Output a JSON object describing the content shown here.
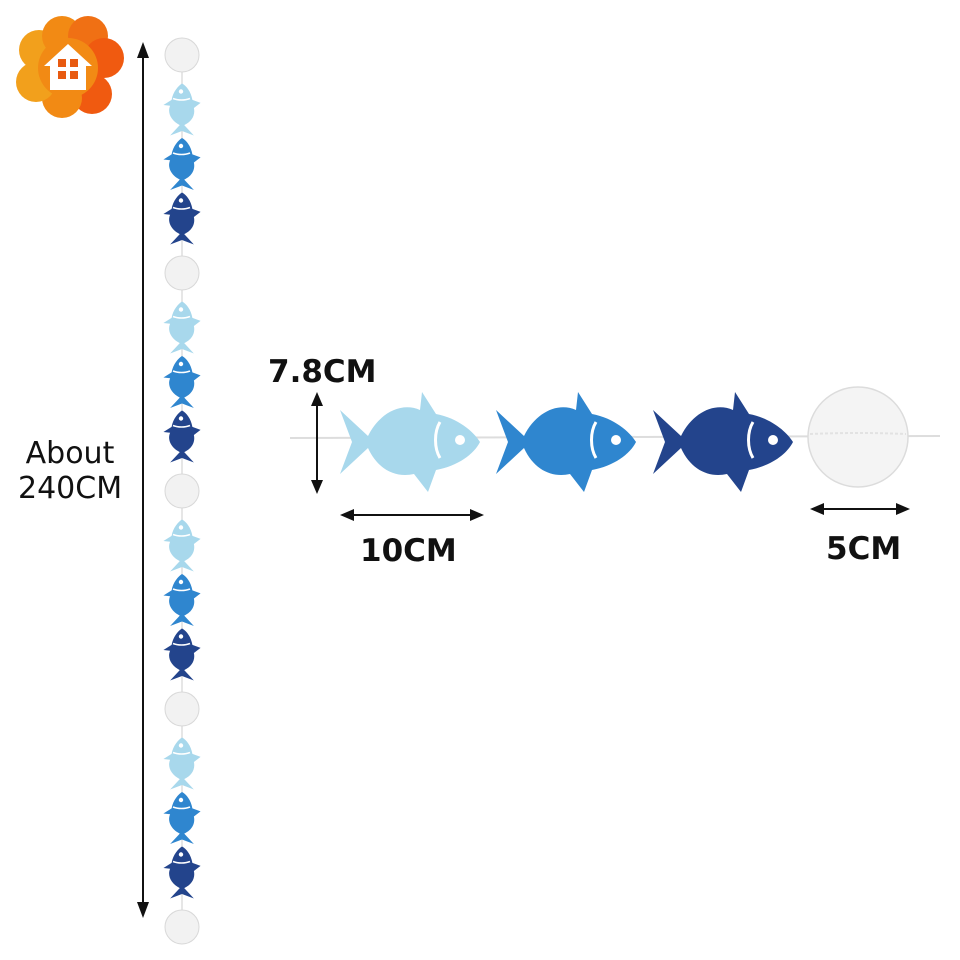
{
  "labels": {
    "total_length_line1": "About",
    "total_length_line2": "240CM",
    "fish_height": "7.8CM",
    "fish_width": "10CM",
    "circle_width": "5CM"
  },
  "logo": {
    "name": "house-flower-logo",
    "petal_color": "#f08a1a",
    "petal_color_alt": "#f05a10",
    "house_color": "#ffffff",
    "window_color": "#e85a10"
  },
  "garland": {
    "pattern": [
      "circle",
      "fish-light",
      "fish-medium",
      "fish-dark"
    ],
    "repeats": 4,
    "trailing": "circle"
  },
  "colors": {
    "fish_light": "#a8d8ec",
    "fish_medium": "#2f86cf",
    "fish_dark": "#23448c",
    "circle": "#f2f2f2",
    "circle_stroke": "#d8d8d8",
    "string": "#dddddd",
    "arrow": "#111111"
  }
}
